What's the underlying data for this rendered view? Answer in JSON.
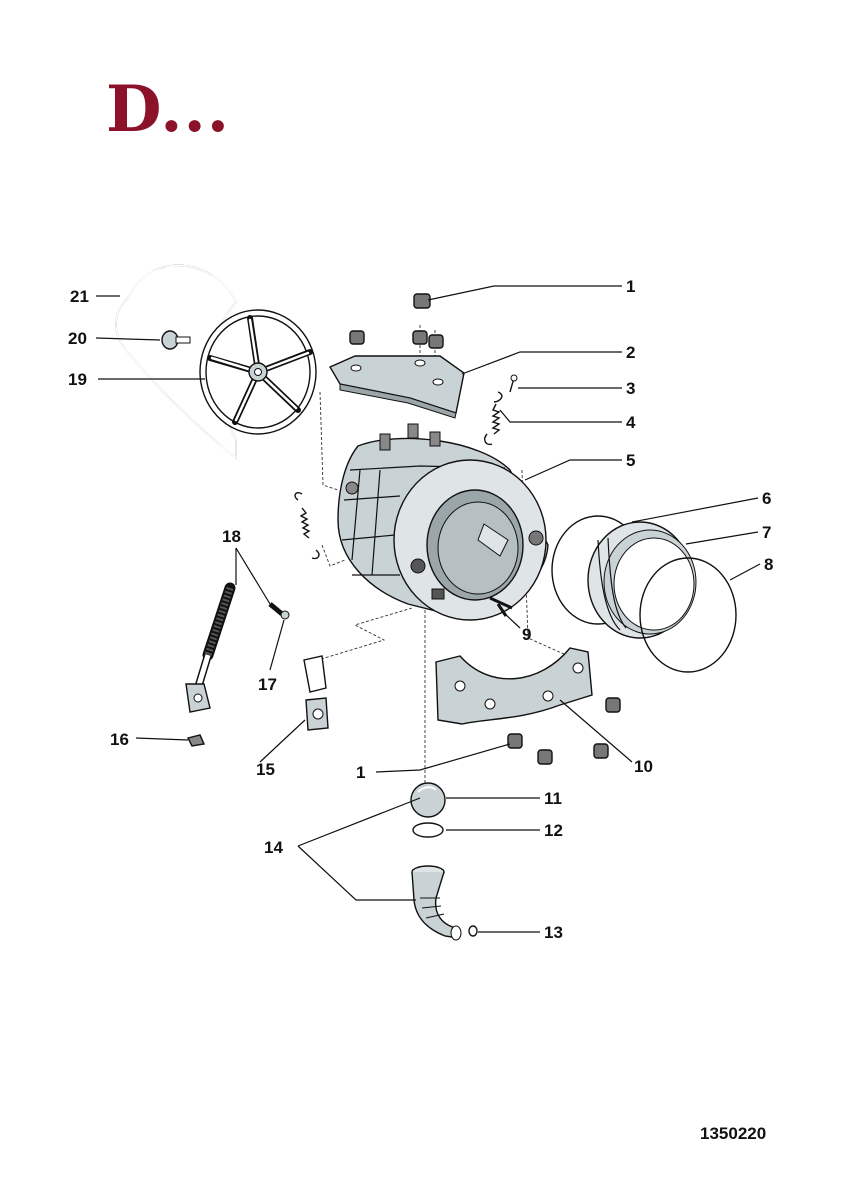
{
  "header": {
    "title": "D..."
  },
  "footer": {
    "doc_number": "1350220"
  },
  "callouts": {
    "c1a": "1",
    "c1b": "1",
    "c2": "2",
    "c3": "3",
    "c4": "4",
    "c5": "5",
    "c6": "6",
    "c7": "7",
    "c8": "8",
    "c9": "9",
    "c10": "10",
    "c11": "11",
    "c12": "12",
    "c13": "13",
    "c14": "14",
    "c15": "15",
    "c16": "16",
    "c17": "17",
    "c18": "18",
    "c19": "19",
    "c20": "20",
    "c21": "21"
  },
  "colors": {
    "title": "#8b1228",
    "part_fill": "#c9d2d4",
    "line": "#111111"
  }
}
